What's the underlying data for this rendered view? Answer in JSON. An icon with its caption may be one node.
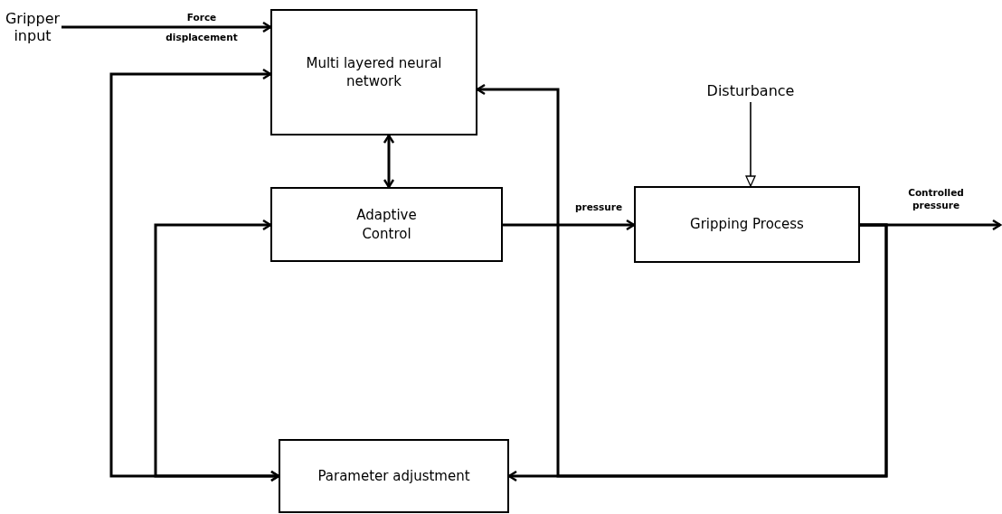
{
  "diagram": {
    "nodes": [
      {
        "text": [
          "Gripper input"
        ]
      },
      {
        "text": [
          "Multi layered neural network"
        ]
      },
      {
        "text": [
          "Adaptive Control"
        ]
      },
      {
        "text": [
          "Disturbance"
        ]
      },
      {
        "text": [
          "Gripping Process"
        ]
      },
      {
        "text": [
          "Parameter adjustment"
        ]
      }
    ],
    "edges": [
      {
        "from": 0,
        "to": 1,
        "arrow": "to",
        "label": "Force displacement"
      },
      {
        "from": 2,
        "to": 1,
        "arrow": "both"
      },
      {
        "from": 2,
        "to": 4,
        "arrow": "to",
        "label": "pressure"
      },
      {
        "from": 3,
        "to": 4,
        "arrow": "to"
      },
      {
        "from": 4,
        "to": null,
        "arrow": "to",
        "label": "Controlled pressure"
      },
      {
        "from": 4,
        "to": 5,
        "arrow": "to"
      },
      {
        "from": 4,
        "to": 1,
        "arrow": "to"
      },
      {
        "from": 5,
        "to": 1,
        "arrow": "both"
      },
      {
        "from": 5,
        "to": 2,
        "arrow": "both"
      }
    ]
  }
}
